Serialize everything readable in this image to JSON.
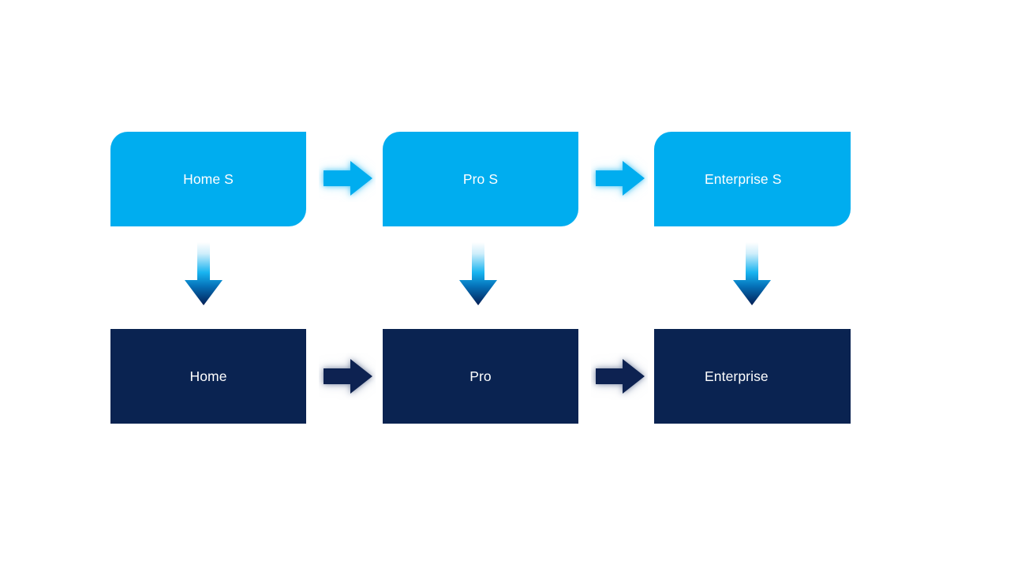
{
  "diagram": {
    "background_color": "#FFFFFF",
    "service_color": "#00ADEF",
    "product_color": "#0A2351",
    "label_color": "#FFFFFF",
    "rows": [
      {
        "name": "service-tier-row",
        "style": "cyan-rounded",
        "boxes": [
          {
            "label": "Home S"
          },
          {
            "label": "Pro S"
          },
          {
            "label": "Enterprise S"
          }
        ],
        "connectors": [
          {
            "name": "service-arrow-home-to-pro",
            "direction": "right",
            "color": "#00ADEF"
          },
          {
            "name": "service-arrow-pro-to-enterprise",
            "direction": "right",
            "color": "#00ADEF"
          }
        ]
      },
      {
        "name": "product-tier-row",
        "style": "navy-square",
        "boxes": [
          {
            "label": "Home"
          },
          {
            "label": "Pro"
          },
          {
            "label": "Enterprise"
          }
        ],
        "connectors": [
          {
            "name": "product-arrow-home-to-pro",
            "direction": "right",
            "color": "#0A2351"
          },
          {
            "name": "product-arrow-pro-to-enterprise",
            "direction": "right",
            "color": "#0A2351"
          }
        ]
      }
    ],
    "vertical_connectors": [
      {
        "name": "down-arrow-home",
        "direction": "down",
        "gradient_from": "#FFFFFF",
        "gradient_mid": "#00ADEF",
        "gradient_to": "#052060"
      },
      {
        "name": "down-arrow-pro",
        "direction": "down",
        "gradient_from": "#FFFFFF",
        "gradient_mid": "#00ADEF",
        "gradient_to": "#052060"
      },
      {
        "name": "down-arrow-enterprise",
        "direction": "down",
        "gradient_from": "#FFFFFF",
        "gradient_mid": "#00ADEF",
        "gradient_to": "#052060"
      }
    ]
  }
}
